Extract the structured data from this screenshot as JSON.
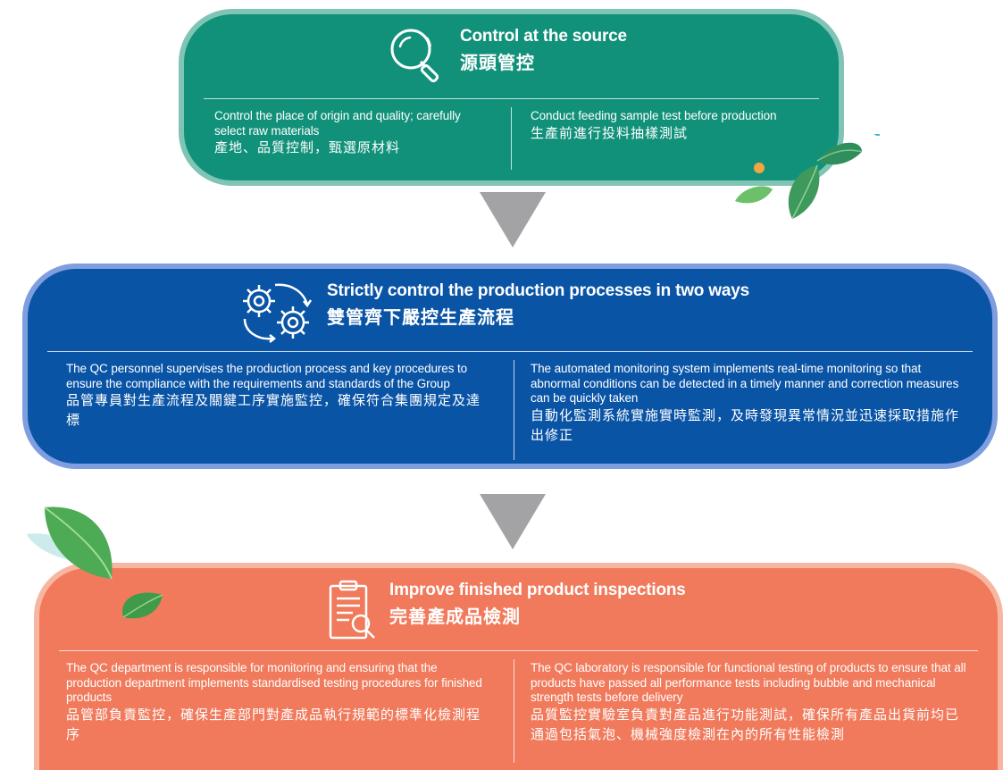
{
  "blocks": [
    {
      "title_en": "Control at the source",
      "title_zh": "源頭管控",
      "icon": "magnifier-icon",
      "left": {
        "en": "Control the place of origin and quality; carefully select raw materials",
        "zh": "產地、品質控制，甄選原材料"
      },
      "right": {
        "en": "Conduct feeding sample test before production",
        "zh": "生產前進行投料抽樣測試"
      }
    },
    {
      "title_en": "Strictly control the production processes in two ways",
      "title_zh": "雙管齊下嚴控生產流程",
      "icon": "gears-cycle-icon",
      "left": {
        "en": "The QC personnel supervises the production process and key procedures to ensure the compliance with the requirements and standards of the Group",
        "zh": "品管專員對生產流程及關鍵工序實施監控，確保符合集團規定及達標"
      },
      "right": {
        "en": "The automated monitoring system implements real-time monitoring so that abnormal conditions can be detected in a timely manner and correction measures can be quickly taken",
        "zh": "自動化監測系統實施實時監測，及時發現異常情況並迅速採取措施作出修正"
      }
    },
    {
      "title_en": "Improve finished product inspections",
      "title_zh": "完善產成品檢測",
      "icon": "clipboard-inspection-icon",
      "left": {
        "en": "The QC department is responsible for monitoring and ensuring that the production department implements standardised testing procedures for finished products",
        "zh": "品管部負責監控，確保生產部門對產成品執行規範的標準化檢測程序"
      },
      "right": {
        "en": "The QC laboratory is responsible for functional testing of products to ensure that all products have passed all performance tests including bubble and mechanical strength tests before delivery",
        "zh": "品質監控實驗室負責對產品進行功能測試，確保所有產品出貨前均已通過包括氣泡、機械強度檢測在內的所有性能檢測"
      }
    }
  ],
  "colors": {
    "block1": "#12917a",
    "block2": "#0a54a6",
    "block3": "#f07a5b",
    "arrow": "#a3a3a6"
  }
}
